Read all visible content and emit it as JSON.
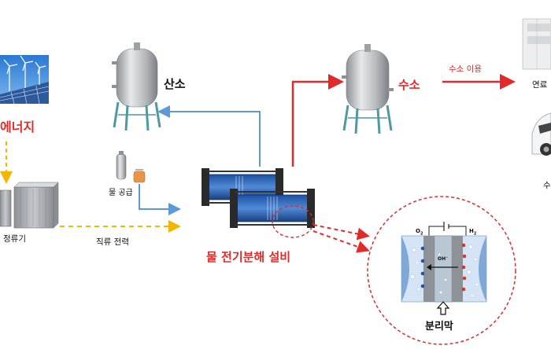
{
  "labels": {
    "energy": "에너지",
    "rectifier": "정류기",
    "dc_power": "직류 전력",
    "water_supply": "물 공급",
    "oxygen": "산소",
    "hydrogen": "수소",
    "hydrogen_use": "수소 이용",
    "electrolysis": "물 전기분해 설비",
    "membrane": "분리막",
    "fuel_cell_partial": "연료",
    "vehicle_partial": "수",
    "o2": "O",
    "o2_sub": "2",
    "h2": "H",
    "h2_sub": "2",
    "oh": "OH⁻"
  },
  "colors": {
    "red": "#e32a2a",
    "blue": "#5b9bd5",
    "yellow": "#f2b600",
    "tank": "#b9bcbf",
    "tank_leg": "#4d9aa0",
    "dashed_circle": "#d63a3a"
  }
}
